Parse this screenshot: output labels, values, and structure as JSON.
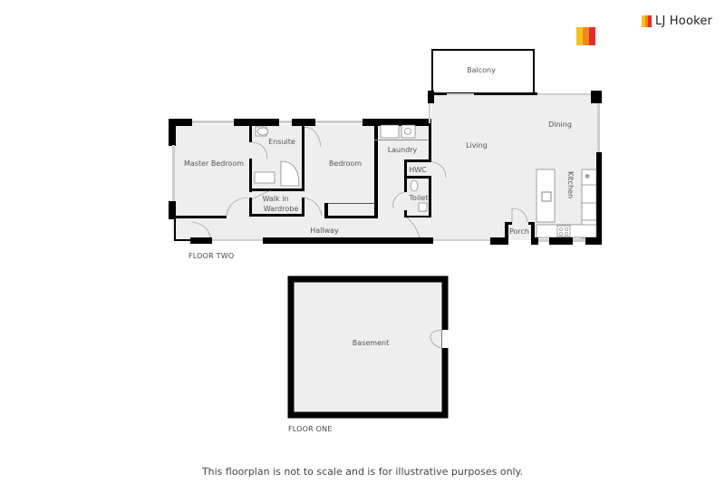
{
  "brand": {
    "name": "LJ Hooker",
    "colors": [
      "#f7c21b",
      "#f18a1c",
      "#e52b2b"
    ]
  },
  "floors": [
    {
      "label": "FLOOR TWO",
      "rooms": [
        {
          "name": "Master Bedroom"
        },
        {
          "name": "Ensuite"
        },
        {
          "name": "Walk in"
        },
        {
          "name": "Wardrobe"
        },
        {
          "name": "Bedroom"
        },
        {
          "name": "Laundry"
        },
        {
          "name": "HWC"
        },
        {
          "name": "Toilet"
        },
        {
          "name": "Hallway"
        },
        {
          "name": "Balcony"
        },
        {
          "name": "Living"
        },
        {
          "name": "Dining"
        },
        {
          "name": "Kitchen"
        },
        {
          "name": "Porch"
        }
      ]
    },
    {
      "label": "FLOOR ONE",
      "rooms": [
        {
          "name": "Basement"
        }
      ]
    }
  ],
  "disclaimer": "This floorplan is not to scale and is for illustrative purposes only.",
  "colors": {
    "wall": "#000000",
    "floor_fill": "#eeeeee",
    "window": "#cfcfcf"
  }
}
